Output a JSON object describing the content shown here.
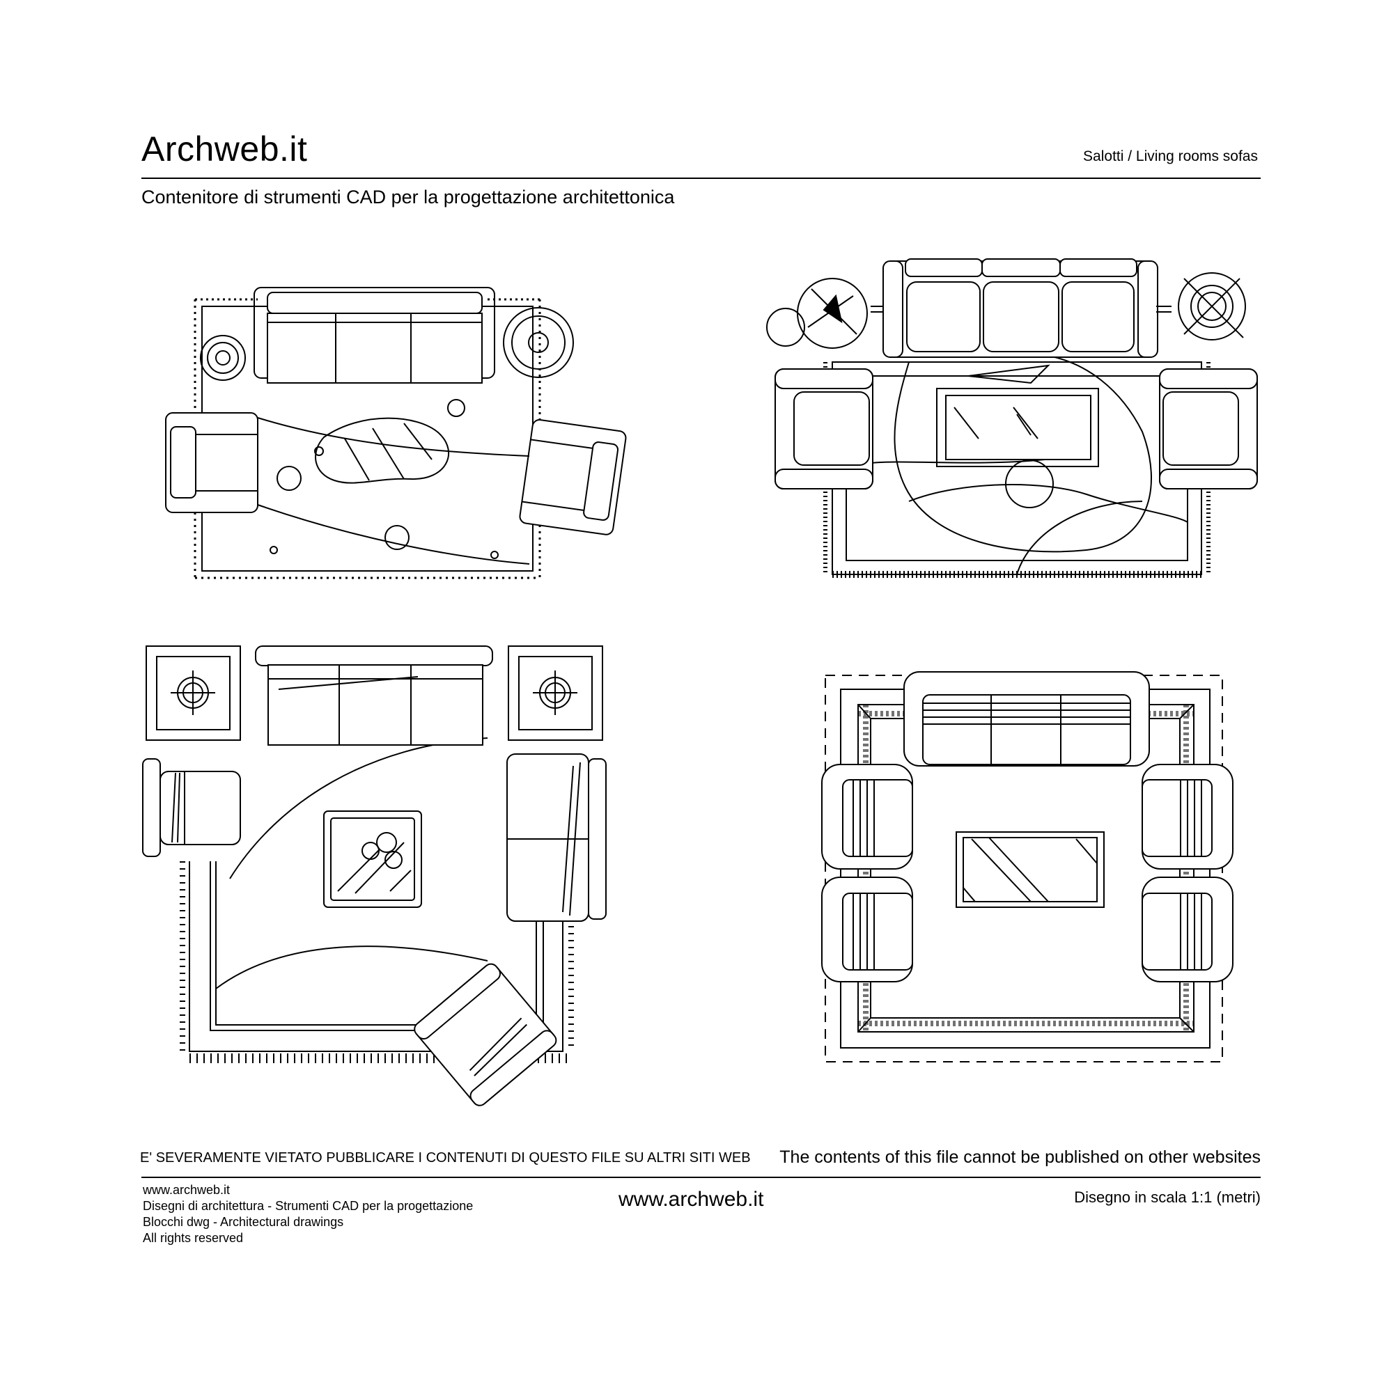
{
  "header": {
    "brand": "Archweb.it",
    "category": "Salotti  /  Living rooms sofas",
    "subtitle": "Contenitore di strumenti CAD per la progettazione architettonica"
  },
  "footer": {
    "warning_it": "E' SEVERAMENTE VIETATO PUBBLICARE I CONTENUTI DI QUESTO FILE SU ALTRI SITI WEB",
    "warning_en": "The contents of this file cannot be published on other websites",
    "credits": [
      "www.archweb.it",
      "Disegni di architettura - Strumenti CAD  per la progettazione",
      "Blocchi dwg - Architectural drawings",
      "All rights reserved"
    ],
    "site": "www.archweb.it",
    "scale": "Disegno in scala 1:1 (metri)"
  }
}
